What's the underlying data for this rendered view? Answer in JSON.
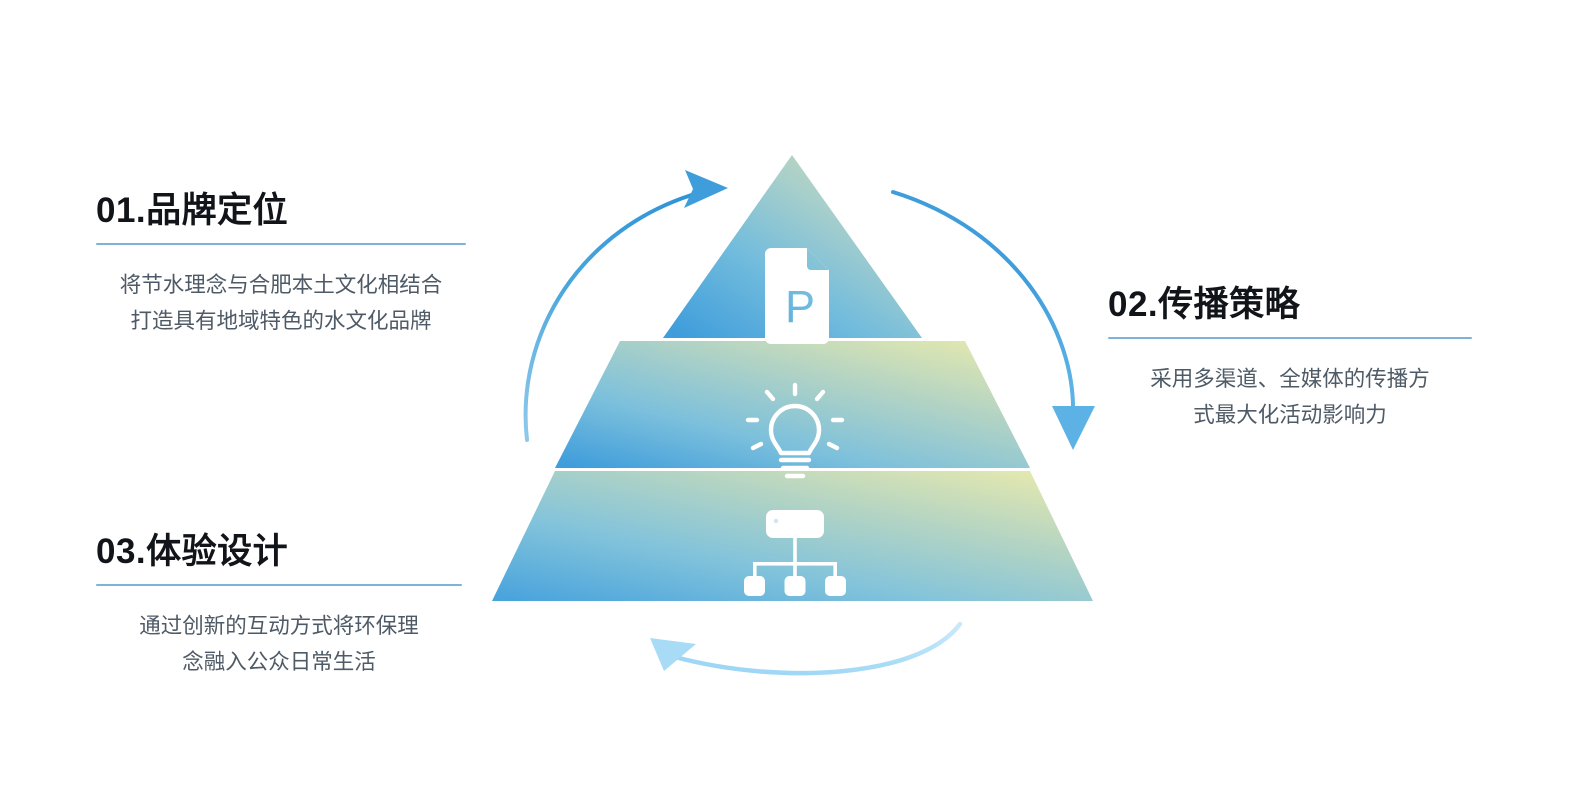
{
  "page": {
    "background_color": "#ffffff",
    "title_color": "#111418",
    "body_color": "#4e5a66",
    "rule_color": "#7cb3d8"
  },
  "blocks": [
    {
      "number": "01",
      "title": "01.品牌定位",
      "body_line1": "将节水理念与合肥本土文化相结合",
      "body_line2": "打造具有地域特色的水文化品牌"
    },
    {
      "number": "02",
      "title": "02.传播策略",
      "body_line1": "采用多渠道、全媒体的传播方",
      "body_line2": "式最大化活动影响力"
    },
    {
      "number": "03",
      "title": "03.体验设计",
      "body_line1": "通过创新的互动方式将环保理",
      "body_line2": "念融入公众日常生活"
    }
  ],
  "pyramid": {
    "layers": [
      {
        "position": "top",
        "icon": "document-p-icon",
        "icon_label": "P",
        "gradient_from": "#3f9ddb",
        "gradient_to": "#d9e3ad"
      },
      {
        "position": "middle",
        "icon": "lightbulb-icon",
        "gradient_from": "#3f9ddb",
        "gradient_to": "#e4e8ae"
      },
      {
        "position": "bottom",
        "icon": "sitemap-icon",
        "gradient_from": "#4aa4dc",
        "gradient_to": "#e6e9ae"
      }
    ],
    "icon_color": "#ffffff"
  },
  "arrows": [
    {
      "name": "left-arrow",
      "direction": "upward",
      "color": "#3f9ddb"
    },
    {
      "name": "right-arrow",
      "direction": "downward",
      "color": "#3f9ddb"
    },
    {
      "name": "bottom-arrow",
      "direction": "leftward",
      "color": "#a8dcf6"
    }
  ]
}
